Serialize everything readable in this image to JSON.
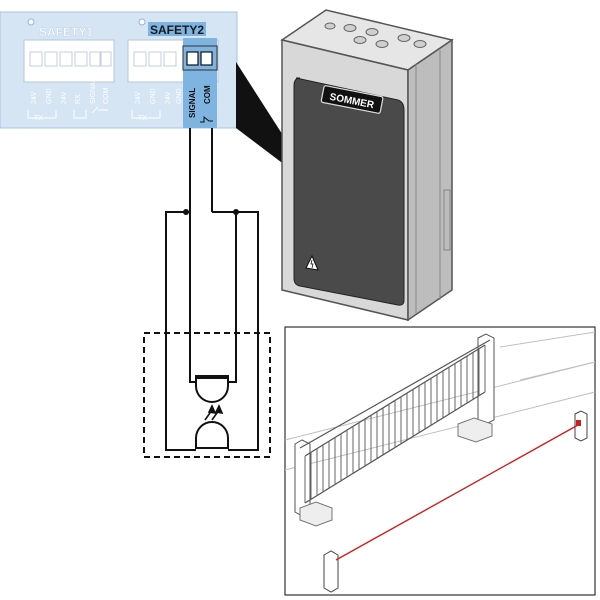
{
  "terminal_panel": {
    "block1_title": "SAFETY1",
    "block2_title": "SAFETY2",
    "block1_labels": [
      "24V",
      "GND",
      "24V",
      "RX",
      "SIGNAL",
      "COM"
    ],
    "block1_sub": "TX",
    "block2_labels": [
      "24V",
      "GND",
      "24V",
      "GND"
    ],
    "block2_sub": "TX",
    "signal_label": "SIGNAL",
    "com_label": "COM"
  },
  "control_box": {
    "brand": "SOMMER"
  },
  "colors": {
    "panel_bg": "#cfe0f2",
    "highlight": "#7fb3e0",
    "beam": "#cc2020"
  }
}
